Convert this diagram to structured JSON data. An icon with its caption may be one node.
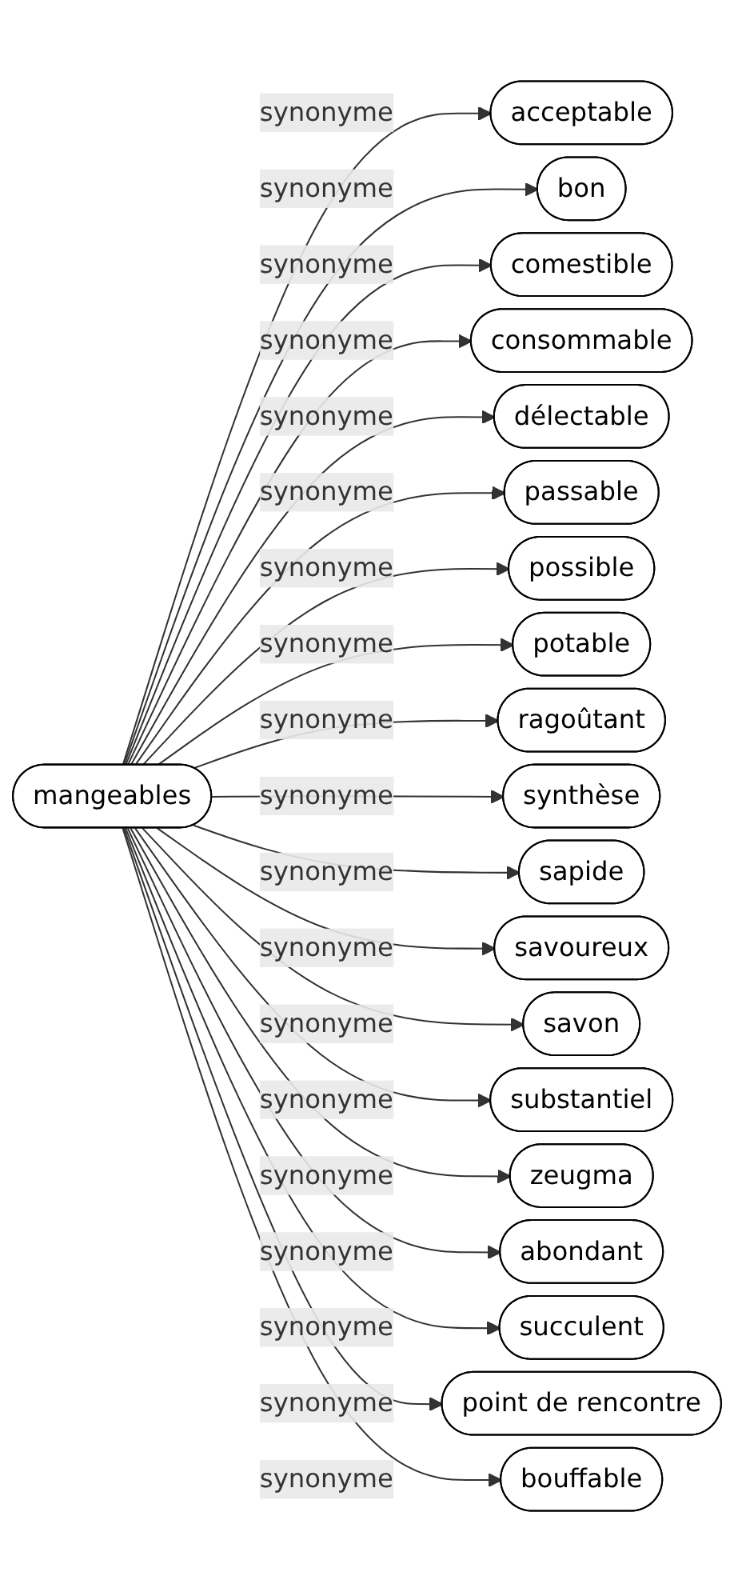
{
  "diagram": {
    "nodes": [
      {
        "text": [
          "mangeables"
        ]
      },
      {
        "text": [
          "acceptable"
        ]
      },
      {
        "text": [
          "bon"
        ]
      },
      {
        "text": [
          "comestible"
        ]
      },
      {
        "text": [
          "consommable"
        ]
      },
      {
        "text": [
          "délectable"
        ]
      },
      {
        "text": [
          "passable"
        ]
      },
      {
        "text": [
          "possible"
        ]
      },
      {
        "text": [
          "potable"
        ]
      },
      {
        "text": [
          "ragoûtant"
        ]
      },
      {
        "text": [
          "synthèse"
        ]
      },
      {
        "text": [
          "sapide"
        ]
      },
      {
        "text": [
          "savoureux"
        ]
      },
      {
        "text": [
          "savon"
        ]
      },
      {
        "text": [
          "substantiel"
        ]
      },
      {
        "text": [
          "zeugma"
        ]
      },
      {
        "text": [
          "abondant"
        ]
      },
      {
        "text": [
          "succulent"
        ]
      },
      {
        "text": [
          "point de rencontre"
        ]
      },
      {
        "text": [
          "bouffable"
        ]
      }
    ],
    "edges": [
      {
        "from": 0,
        "to": 1,
        "arrow": "to",
        "label": "synonyme"
      },
      {
        "from": 0,
        "to": 2,
        "arrow": "to",
        "label": "synonyme"
      },
      {
        "from": 0,
        "to": 3,
        "arrow": "to",
        "label": "synonyme"
      },
      {
        "from": 0,
        "to": 4,
        "arrow": "to",
        "label": "synonyme"
      },
      {
        "from": 0,
        "to": 5,
        "arrow": "to",
        "label": "synonyme"
      },
      {
        "from": 0,
        "to": 6,
        "arrow": "to",
        "label": "synonyme"
      },
      {
        "from": 0,
        "to": 7,
        "arrow": "to",
        "label": "synonyme"
      },
      {
        "from": 0,
        "to": 8,
        "arrow": "to",
        "label": "synonyme"
      },
      {
        "from": 0,
        "to": 9,
        "arrow": "to",
        "label": "synonyme"
      },
      {
        "from": 0,
        "to": 10,
        "arrow": "to",
        "label": "synonyme"
      },
      {
        "from": 0,
        "to": 11,
        "arrow": "to",
        "label": "synonyme"
      },
      {
        "from": 0,
        "to": 12,
        "arrow": "to",
        "label": "synonyme"
      },
      {
        "from": 0,
        "to": 13,
        "arrow": "to",
        "label": "synonyme"
      },
      {
        "from": 0,
        "to": 14,
        "arrow": "to",
        "label": "synonyme"
      },
      {
        "from": 0,
        "to": 15,
        "arrow": "to",
        "label": "synonyme"
      },
      {
        "from": 0,
        "to": 16,
        "arrow": "to",
        "label": "synonyme"
      },
      {
        "from": 0,
        "to": 17,
        "arrow": "to",
        "label": "synonyme"
      },
      {
        "from": 0,
        "to": 18,
        "arrow": "to",
        "label": "synonyme"
      },
      {
        "from": 0,
        "to": 19,
        "arrow": "to",
        "label": "synonyme"
      }
    ]
  }
}
